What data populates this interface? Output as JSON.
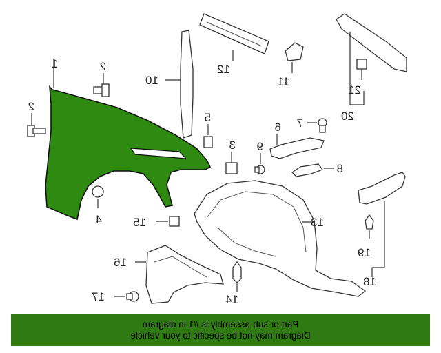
{
  "diagram": {
    "callouts": {
      "c1": "1",
      "c2a": "2",
      "c2b": "2",
      "c3": "3",
      "c4": "4",
      "c5": "5",
      "c6": "6",
      "c7": "7",
      "c8": "8",
      "c9": "9",
      "c10": "10",
      "c11": "11",
      "c12": "12",
      "c13": "13",
      "c14": "14",
      "c15": "15",
      "c16": "16",
      "c17": "17",
      "c18": "18",
      "c19": "19",
      "c20": "20",
      "c21": "21"
    },
    "highlight_color": "#2f8a12"
  },
  "banner": {
    "line1": "Part or sub-assembly is #1 in diagram",
    "line2": "Diagram may not be specific to your vehicle",
    "color": "#2f7a12"
  }
}
